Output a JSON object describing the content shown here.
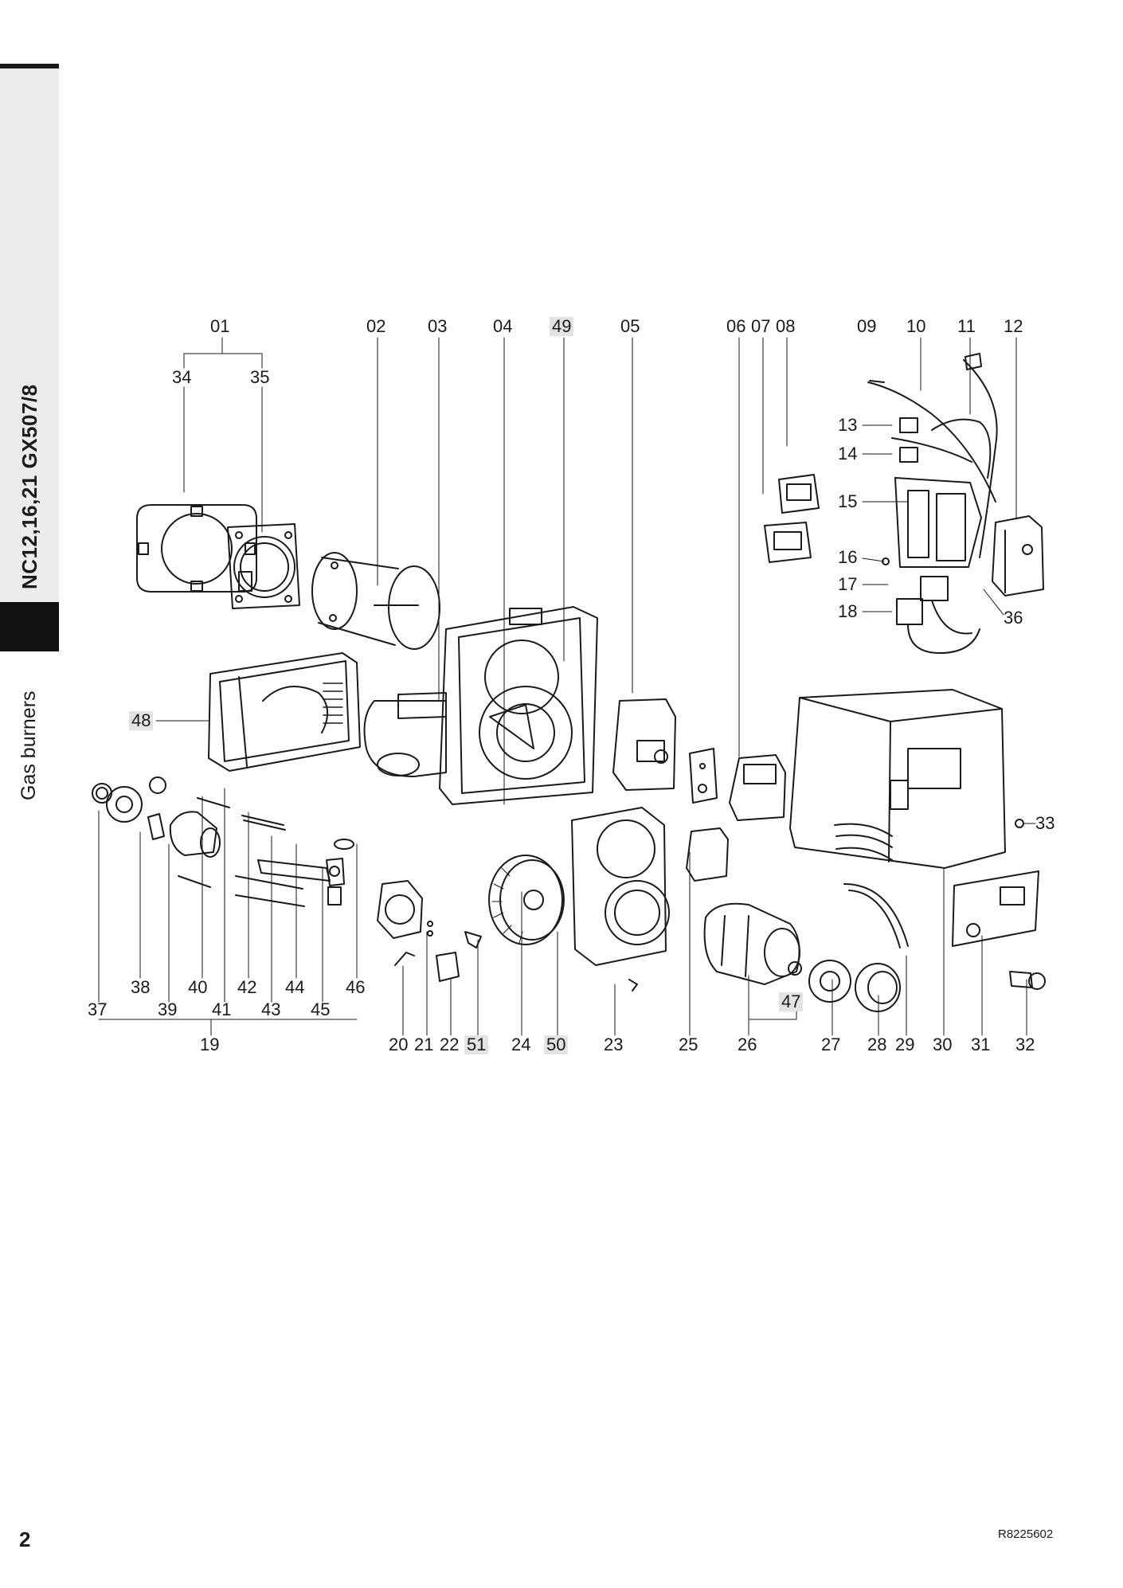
{
  "sidebar": {
    "model_title": "NC12,16,21 GX507/8",
    "section_title": "Gas burners"
  },
  "footer": {
    "page_number": "2",
    "doc_reference": "R8225602"
  },
  "labels": {
    "p01": "01",
    "p02": "02",
    "p03": "03",
    "p04": "04",
    "p05": "05",
    "p06": "06",
    "p07": "07",
    "p08": "08",
    "p09": "09",
    "p10": "10",
    "p11": "11",
    "p12": "12",
    "p13": "13",
    "p14": "14",
    "p15": "15",
    "p16": "16",
    "p17": "17",
    "p18": "18",
    "p19": "19",
    "p20": "20",
    "p21": "21",
    "p22": "22",
    "p23": "23",
    "p24": "24",
    "p25": "25",
    "p26": "26",
    "p27": "27",
    "p28": "28",
    "p29": "29",
    "p30": "30",
    "p31": "31",
    "p32": "32",
    "p33": "33",
    "p34": "34",
    "p35": "35",
    "p36": "36",
    "p37": "37",
    "p38": "38",
    "p39": "39",
    "p40": "40",
    "p41": "41",
    "p42": "42",
    "p43": "43",
    "p44": "44",
    "p45": "45",
    "p46": "46",
    "p47": "47",
    "p48": "48",
    "p49": "49",
    "p50": "50",
    "p51": "51"
  },
  "highlighted_labels": [
    "47",
    "48",
    "49",
    "50",
    "51"
  ],
  "label_highlight_color": "#e3e3e3",
  "drawing_color": "#1a1a1a",
  "sidebar_tab_color": "#ececec"
}
